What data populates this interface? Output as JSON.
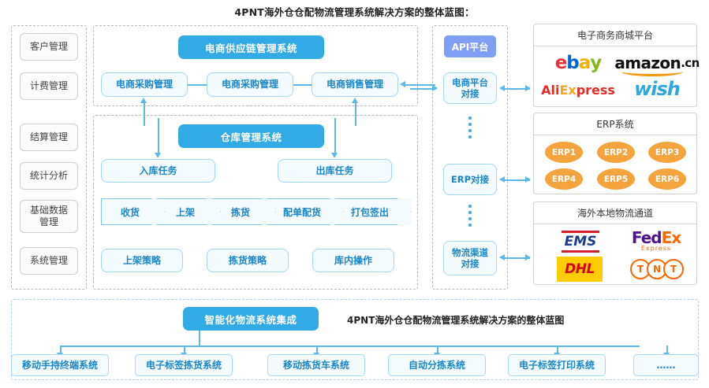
{
  "page": {
    "title": "4PNT海外仓仓配物流管理系统解决方案的整体蓝图："
  },
  "colors": {
    "primary_blue": "#32aae6",
    "light_blue_fill": "#f4fbfe",
    "light_blue_border": "#a3d8f2",
    "blue_text": "#1a86c9",
    "api_purple": "#7e9ff2",
    "erp_orange": "#f5a33c",
    "connector": "#5bb8e8"
  },
  "sidebar": {
    "items": [
      {
        "label": "客户管理"
      },
      {
        "label": "计费管理"
      },
      {
        "label": "结算管理"
      },
      {
        "label": "统计分析"
      },
      {
        "label": "基础数据\n管理"
      },
      {
        "label": "系统管理"
      }
    ],
    "item_labels": {
      "customer": "客户管理",
      "billing": "计费管理",
      "settlement": "结算管理",
      "statistics": "统计分析",
      "basic_data": "基础数据管理",
      "system": "系统管理"
    }
  },
  "supply_chain": {
    "header": "电商供应链管理系统",
    "boxes": [
      {
        "label": "电商采购管理"
      },
      {
        "label": "电商采购管理"
      },
      {
        "label": "电商销售管理"
      }
    ]
  },
  "warehouse": {
    "header": "仓库管理系统",
    "tasks": [
      {
        "label": "入库任务"
      },
      {
        "label": "出库任务"
      }
    ],
    "process": [
      {
        "label": "收货"
      },
      {
        "label": "上架"
      },
      {
        "label": "拣货"
      },
      {
        "label": "配单配货"
      },
      {
        "label": "打包签出"
      }
    ],
    "strategies": [
      {
        "label": "上架策略"
      },
      {
        "label": "拣货策略"
      },
      {
        "label": "库内操作"
      }
    ]
  },
  "api": {
    "header": "API平台",
    "connectors": [
      {
        "label": "电商平台\n对接",
        "line1": "电商平台",
        "line2": "对接"
      },
      {
        "label": "ERP对接",
        "line1": "ERP对接",
        "line2": ""
      },
      {
        "label": "物流渠道\n对接",
        "line1": "物流渠道",
        "line2": "对接"
      }
    ]
  },
  "panels": [
    {
      "title": "电子商务商城平台",
      "logos": [
        "ebay",
        "amazon.cn",
        "AliExpress",
        "wish"
      ]
    },
    {
      "title": "ERP系统",
      "items": [
        "ERP1",
        "ERP2",
        "ERP3",
        "ERP4",
        "ERP5",
        "ERP6"
      ]
    },
    {
      "title": "海外本地物流通道",
      "logos": [
        "EMS",
        "FedEx Express",
        "DHL",
        "TNT"
      ]
    }
  ],
  "panel_titles": {
    "ecommerce": "电子商务商城平台",
    "erp": "ERP系统",
    "logistics": "海外本地物流通道"
  },
  "erp_items": [
    "ERP1",
    "ERP2",
    "ERP3",
    "ERP4",
    "ERP5",
    "ERP6"
  ],
  "logos": {
    "ebay_e": "e",
    "ebay_b": "b",
    "ebay_a": "a",
    "ebay_y": "y",
    "amazon": "amazon",
    "amazon_cn": ".cn",
    "ali": "Ali",
    "ali_ex": "Ex",
    "ali_press": "press",
    "wish": "wish",
    "ems": "EMS",
    "fedex_fed": "Fed",
    "fedex_ex": "Ex",
    "fedex_sub": "Express",
    "dhl": "DHL",
    "tnt_t1": "T",
    "tnt_n": "N",
    "tnt_t2": "T"
  },
  "bottom": {
    "header": "智能化物流系统集成",
    "note": "4PNT海外仓仓配物流管理系统解决方案的整体蓝图",
    "items": [
      {
        "label": "移动手持终端系统"
      },
      {
        "label": "电子标签拣货系统"
      },
      {
        "label": "移动拣货车系统"
      },
      {
        "label": "自动分拣系统"
      },
      {
        "label": "电子标签打印系统"
      },
      {
        "label": "……"
      }
    ]
  }
}
